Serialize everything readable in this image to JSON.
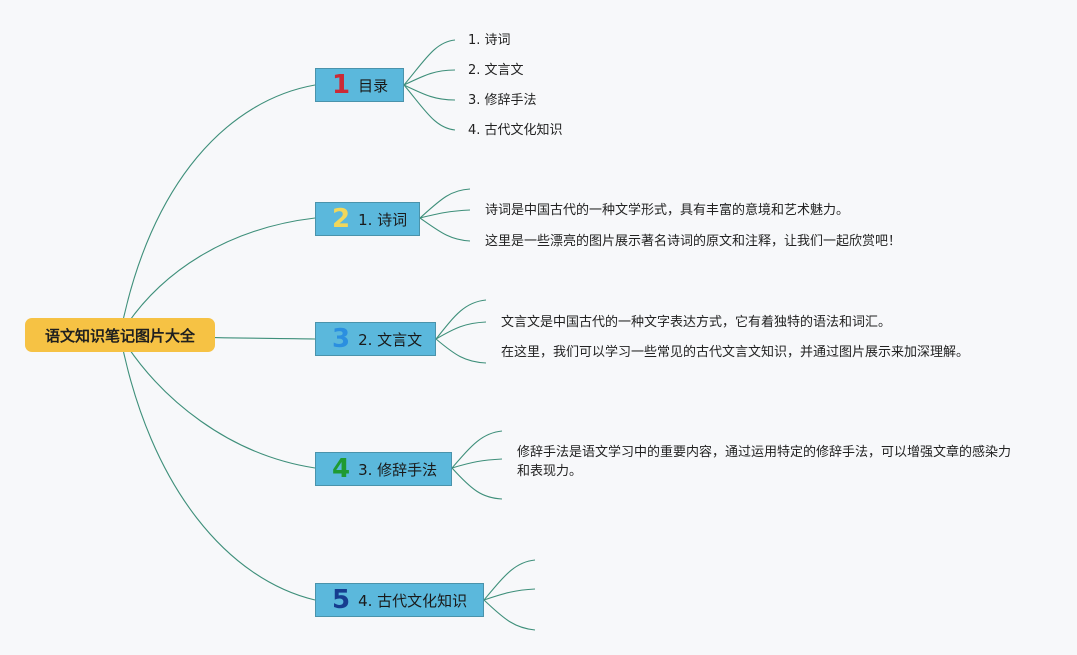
{
  "root": {
    "label": "语文知识笔记图片大全"
  },
  "branches": [
    {
      "number": "1",
      "number_color": "#cc2a36",
      "label": "目录"
    },
    {
      "number": "2",
      "number_color": "#f2d75a",
      "label": "1. 诗词"
    },
    {
      "number": "3",
      "number_color": "#2b8fe0",
      "label": "2. 文言文"
    },
    {
      "number": "4",
      "number_color": "#1f9a32",
      "label": "3. 修辞手法"
    },
    {
      "number": "5",
      "number_color": "#163d8f",
      "label": "4. 古代文化知识"
    }
  ],
  "toc_items": [
    "1. 诗词",
    "2. 文言文",
    "3. 修辞手法",
    "4. 古代文化知识"
  ],
  "poetry_notes": [
    "诗词是中国古代的一种文学形式，具有丰富的意境和艺术魅力。",
    "这里是一些漂亮的图片展示著名诗词的原文和注释，让我们一起欣赏吧！"
  ],
  "classical_notes": [
    "文言文是中国古代的一种文字表达方式，它有着独特的语法和词汇。",
    "在这里，我们可以学习一些常见的古代文言文知识，并通过图片展示来加深理解。"
  ],
  "rhetoric_notes": [
    "修辞手法是语文学习中的重要内容，通过运用特定的修辞手法，可以增强文章的感染力和表现力。"
  ],
  "colors": {
    "root": "#f6c244",
    "branch": "#5bb8dc",
    "link": "#3e8f7a"
  }
}
